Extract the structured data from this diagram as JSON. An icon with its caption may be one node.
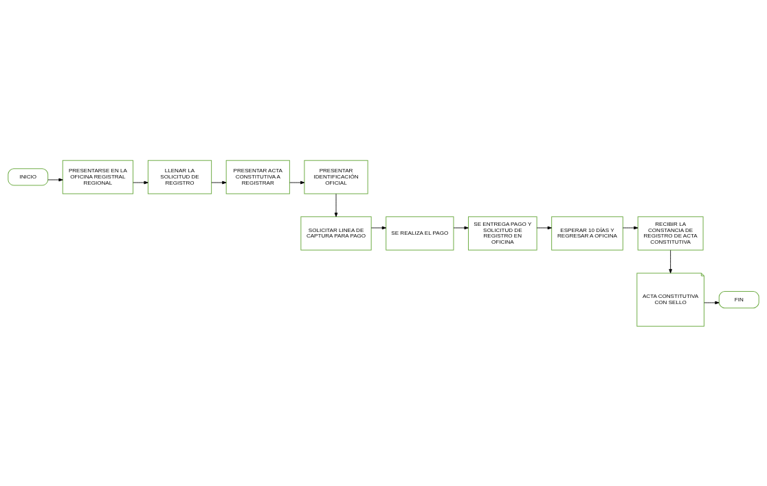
{
  "diagram": {
    "nodes": [
      {
        "text": [
          "INICIO"
        ]
      },
      {
        "text": [
          "PRESENTARSE EN LA OFICINA REGISTRAL REGIONAL"
        ]
      },
      {
        "text": [
          "LLENAR LA SOLICITUD DE REGISTRO"
        ]
      },
      {
        "text": [
          "PRESENTAR ACTA CONSTITUTIVA A REGISTRAR"
        ]
      },
      {
        "text": [
          "PRESENTAR IDENTIFICACIÓN OFICIAL"
        ]
      },
      {
        "text": [
          "SOLICITAR LINEA DE CAPTURA PARA PAGO"
        ]
      },
      {
        "text": [
          "SE REALIZA EL PAGO"
        ]
      },
      {
        "text": [
          "SE ENTREGA PAGO Y SOLICITUD DE REGISTRO EN OFICINA"
        ]
      },
      {
        "text": [
          "ESPERAR 10 DÍAS Y REGRESAR A OFICINA"
        ]
      },
      {
        "text": [
          "RECIBIR LA CONSTANCIA DE REGISTRO DE ACTA CONSTITUTIVA"
        ]
      },
      {
        "text": [
          "ACTA CONSTITUTIVA CON SELLO"
        ]
      },
      {
        "text": [
          "FIN"
        ]
      }
    ],
    "edges": [
      {
        "from": 0,
        "to": 1,
        "arrow": "to"
      },
      {
        "from": 1,
        "to": 2,
        "arrow": "to"
      },
      {
        "from": 2,
        "to": 3,
        "arrow": "to"
      },
      {
        "from": 3,
        "to": 4,
        "arrow": "to"
      },
      {
        "from": 4,
        "to": 5,
        "arrow": "to"
      },
      {
        "from": 5,
        "to": 6,
        "arrow": "to"
      },
      {
        "from": 6,
        "to": 7,
        "arrow": "to"
      },
      {
        "from": 7,
        "to": 8,
        "arrow": "to"
      },
      {
        "from": 8,
        "to": 9,
        "arrow": "to"
      },
      {
        "from": 9,
        "to": 10,
        "arrow": "to"
      },
      {
        "from": 10,
        "to": 11,
        "arrow": "to"
      }
    ]
  }
}
